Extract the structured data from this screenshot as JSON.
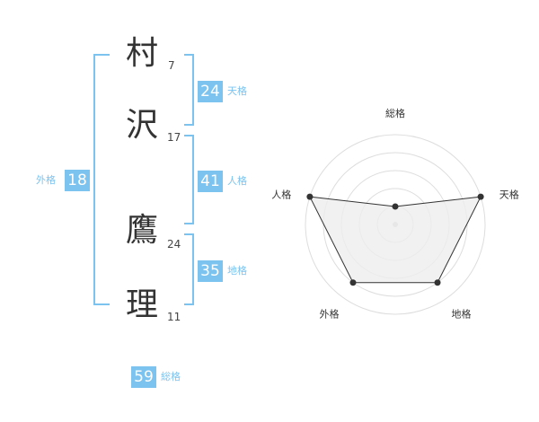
{
  "name": {
    "characters": [
      {
        "char": "村",
        "strokes": "7"
      },
      {
        "char": "沢",
        "strokes": "17"
      },
      {
        "char": "鷹",
        "strokes": "24"
      },
      {
        "char": "理",
        "strokes": "11"
      }
    ]
  },
  "fortune": {
    "tenkaku": {
      "label": "天格",
      "value": "24"
    },
    "jinkaku": {
      "label": "人格",
      "value": "41"
    },
    "chikaku": {
      "label": "地格",
      "value": "35"
    },
    "gaikaku": {
      "label": "外格",
      "value": "18"
    },
    "soukaku": {
      "label": "総格",
      "value": "59"
    }
  },
  "colors": {
    "accent": "#7cc3f0",
    "grid": "#dddddd",
    "fill": "#eeeeee",
    "line": "#333333"
  },
  "chart_data": {
    "type": "radar",
    "axes": [
      "総格",
      "天格",
      "地格",
      "外格",
      "人格"
    ],
    "values": [
      1,
      5,
      4,
      4,
      5
    ],
    "max": 5,
    "rings": 5
  }
}
